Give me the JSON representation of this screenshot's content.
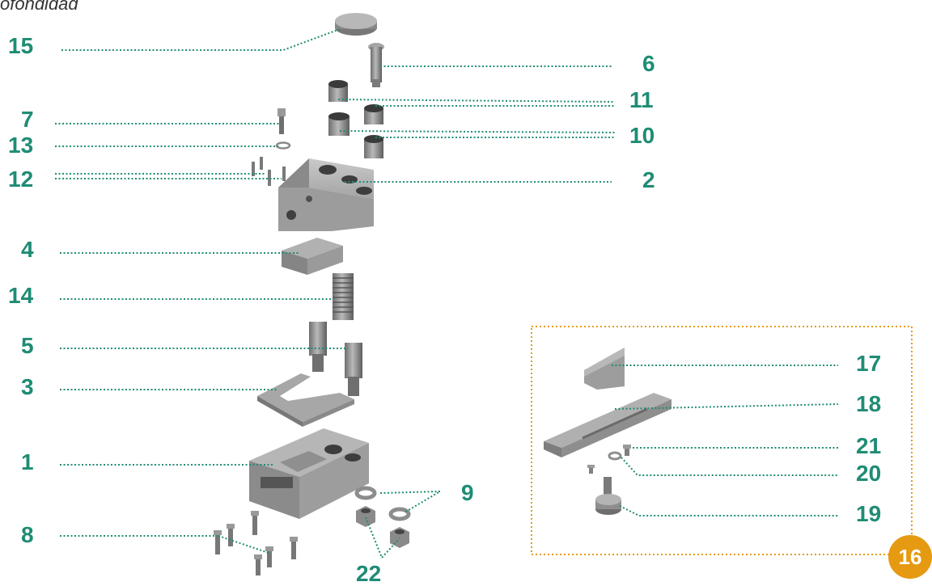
{
  "heading": "ofondidad",
  "colors": {
    "label": "#1f8c74",
    "leader": "#1f8c74",
    "frame": "#e59a12",
    "badge": "#e59a12",
    "part": "#8e8e8e"
  },
  "labels": {
    "p15": "15",
    "p6": "6",
    "p11": "11",
    "p7": "7",
    "p13": "13",
    "p10": "10",
    "p12": "12",
    "p2": "2",
    "p4": "4",
    "p14": "14",
    "p5": "5",
    "p3": "3",
    "p1": "1",
    "p9": "9",
    "p8": "8",
    "p22": "22",
    "p17": "17",
    "p18": "18",
    "p21": "21",
    "p20": "20",
    "p19": "19"
  },
  "badge": "16"
}
